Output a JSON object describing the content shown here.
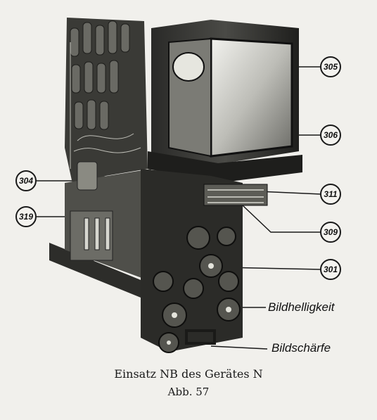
{
  "figure": {
    "callouts": [
      "305",
      "306",
      "304",
      "311",
      "319",
      "309",
      "301"
    ],
    "labels": {
      "brightness": "Bildhelligkeit",
      "sharpness": "Bildschärfe"
    },
    "caption": {
      "title": "Einsatz NB des Gerätes N",
      "figure_number": "Abb. 57"
    }
  }
}
